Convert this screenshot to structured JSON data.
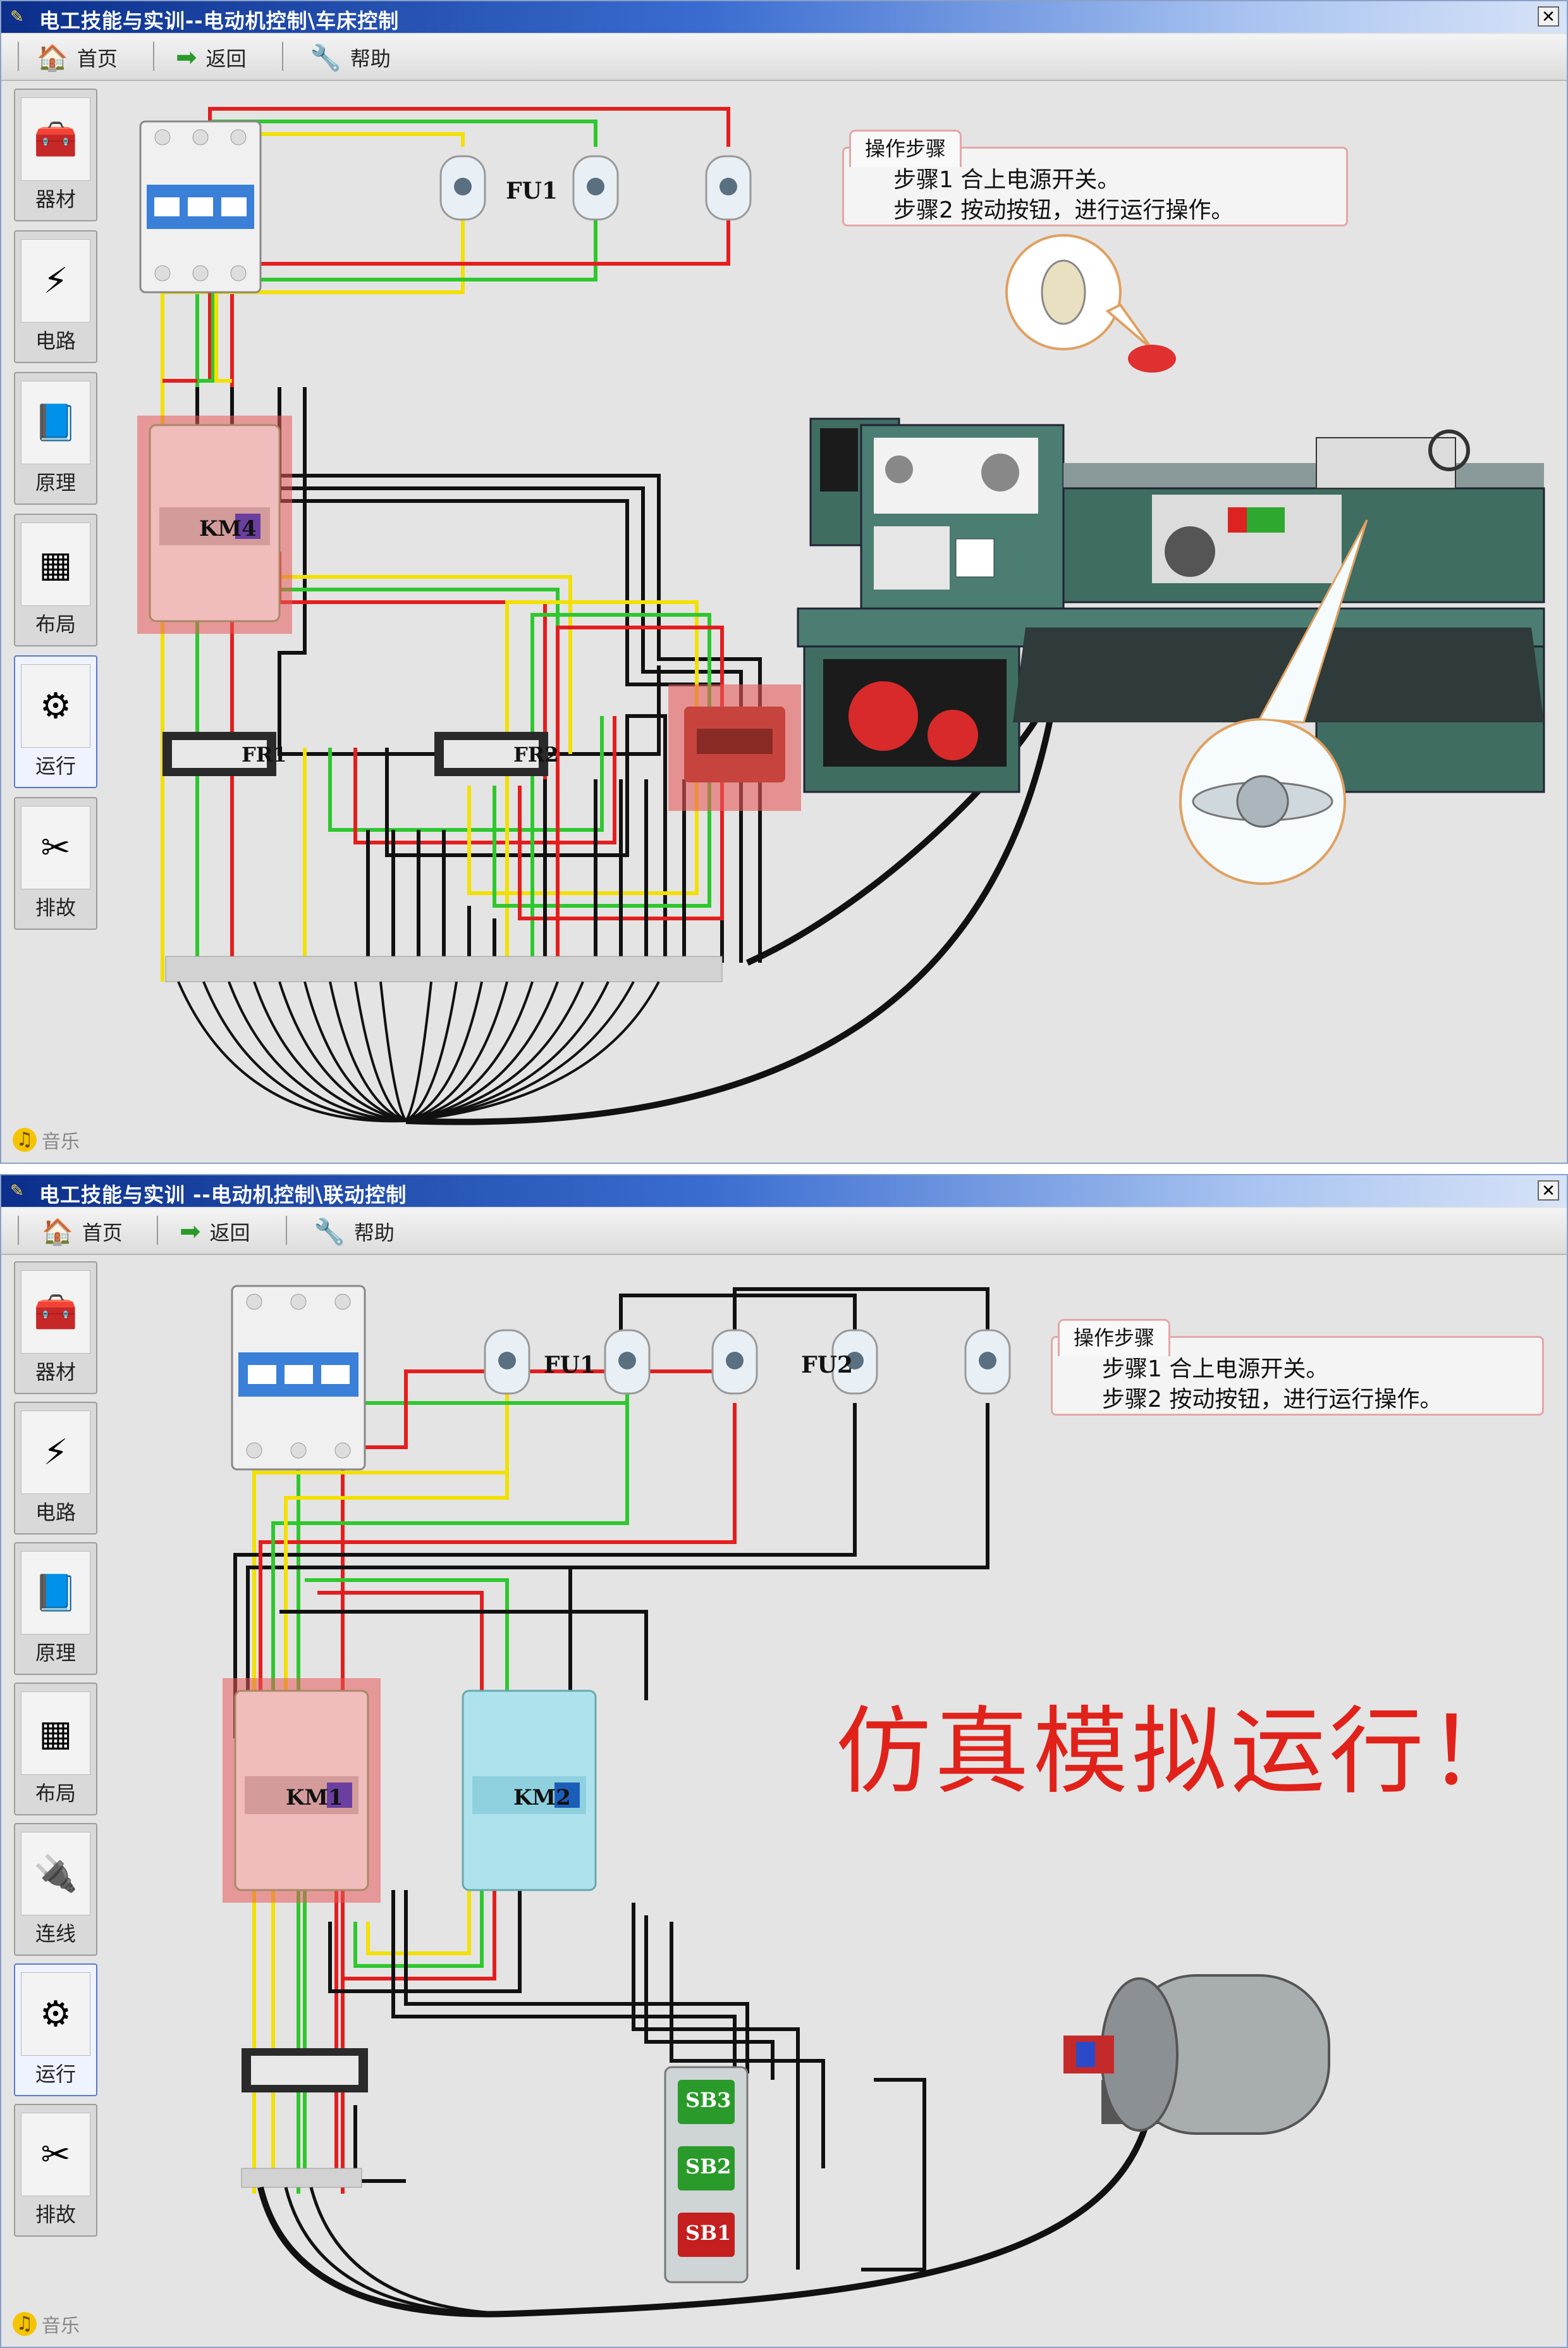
{
  "toolbar": {
    "home": "首页",
    "back": "返回",
    "help": "帮助"
  },
  "music": "音乐",
  "steps": {
    "tab": "操作步骤",
    "step1": "步骤1  合上电源开关。",
    "step2": "步骤2  按动按钮，进行运行操作。"
  },
  "window1": {
    "title": "电工技能与实训--电动机控制\\车床控制",
    "sidebar": [
      "器材",
      "电路",
      "原理",
      "布局",
      "运行",
      "排故"
    ],
    "labels": {
      "fuse": "FU1",
      "contactor": "KM4",
      "relay1": "FR1",
      "relay2": "FR2"
    }
  },
  "window2": {
    "title": "电工技能与实训 --电动机控制\\联动控制",
    "sidebar": [
      "器材",
      "电路",
      "原理",
      "布局",
      "连线",
      "运行",
      "排故"
    ],
    "labels": {
      "fuse1": "FU1",
      "fuse2": "FU2",
      "contactor1": "KM1",
      "contactor2": "KM2",
      "sb3": "SB3",
      "sb2": "SB2",
      "sb1": "SB1"
    },
    "banner": "仿真模拟运行！"
  },
  "colors": {
    "wire_yellow": "#f2e000",
    "wire_green": "#2ec82e",
    "wire_red": "#e41e1e",
    "wire_black": "#111111",
    "highlight": "#e85a5a",
    "machine_green": "#3f6d62"
  }
}
